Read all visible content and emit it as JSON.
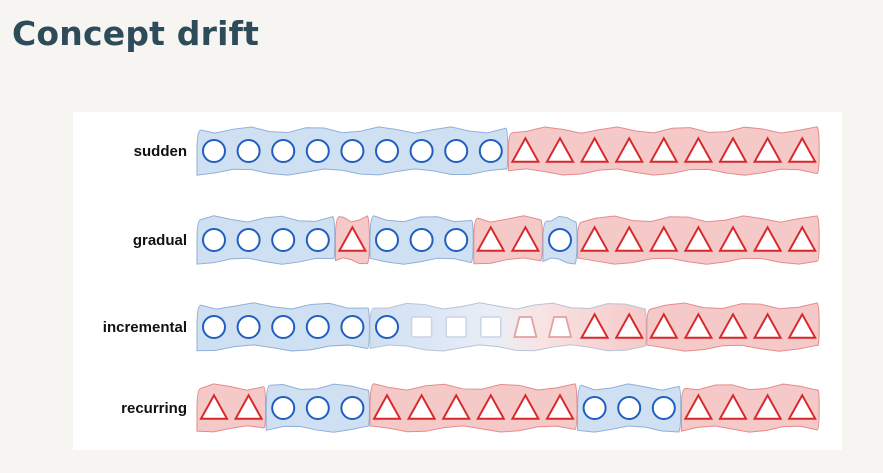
{
  "title": "Concept drift",
  "colors": {
    "concept_a_stroke": "#1f5fbf",
    "concept_a_fill": "#cfe0f3",
    "concept_a_blob_stroke": "#8fb0d8",
    "concept_b_stroke": "#d8282a",
    "concept_b_fill": "#f6c9c9",
    "concept_b_blob_stroke": "#e58b8b",
    "intermediate_stroke": "#c9d3e6"
  },
  "rows": [
    {
      "label": "sudden",
      "symbols": [
        "circle",
        "circle",
        "circle",
        "circle",
        "circle",
        "circle",
        "circle",
        "circle",
        "circle",
        "triangle",
        "triangle",
        "triangle",
        "triangle",
        "triangle",
        "triangle",
        "triangle",
        "triangle",
        "triangle"
      ],
      "groups": [
        {
          "concept": "a",
          "from": 0,
          "to": 8
        },
        {
          "concept": "b",
          "from": 9,
          "to": 17
        }
      ]
    },
    {
      "label": "gradual",
      "symbols": [
        "circle",
        "circle",
        "circle",
        "circle",
        "triangle",
        "circle",
        "circle",
        "circle",
        "triangle",
        "triangle",
        "circle",
        "triangle",
        "triangle",
        "triangle",
        "triangle",
        "triangle",
        "triangle",
        "triangle"
      ],
      "groups": [
        {
          "concept": "a",
          "from": 0,
          "to": 3
        },
        {
          "concept": "b",
          "from": 4,
          "to": 4
        },
        {
          "concept": "a",
          "from": 5,
          "to": 7
        },
        {
          "concept": "b",
          "from": 8,
          "to": 9
        },
        {
          "concept": "a",
          "from": 10,
          "to": 10
        },
        {
          "concept": "b",
          "from": 11,
          "to": 17
        }
      ]
    },
    {
      "label": "incremental",
      "symbols": [
        "circle",
        "circle",
        "circle",
        "circle",
        "circle",
        "circle",
        "square",
        "square",
        "square",
        "trapezoid",
        "trapezoid",
        "triangle",
        "triangle",
        "triangle",
        "triangle",
        "triangle",
        "triangle",
        "triangle"
      ],
      "groups": [
        {
          "concept": "a",
          "from": 0,
          "to": 4
        },
        {
          "concept": "mix",
          "from": 5,
          "to": 12
        },
        {
          "concept": "b",
          "from": 13,
          "to": 17
        }
      ]
    },
    {
      "label": "recurring",
      "symbols": [
        "triangle",
        "triangle",
        "circle",
        "circle",
        "circle",
        "triangle",
        "triangle",
        "triangle",
        "triangle",
        "triangle",
        "triangle",
        "circle",
        "circle",
        "circle",
        "triangle",
        "triangle",
        "triangle",
        "triangle"
      ],
      "groups": [
        {
          "concept": "b",
          "from": 0,
          "to": 1
        },
        {
          "concept": "a",
          "from": 2,
          "to": 4
        },
        {
          "concept": "b",
          "from": 5,
          "to": 10
        },
        {
          "concept": "a",
          "from": 11,
          "to": 13
        },
        {
          "concept": "b",
          "from": 14,
          "to": 17
        }
      ]
    }
  ]
}
